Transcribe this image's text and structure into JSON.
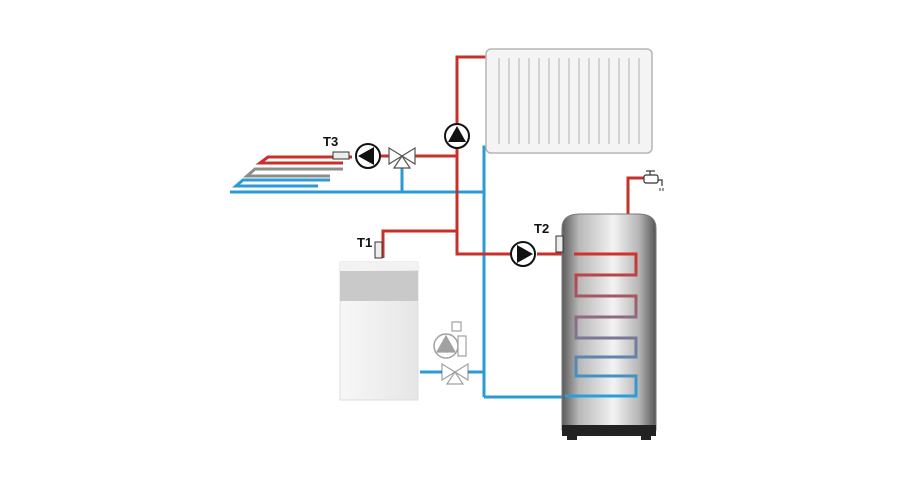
{
  "sensors": {
    "t1": "T1",
    "t2": "T2",
    "t3": "T3"
  },
  "colors": {
    "hot_pipe": "#c8302a",
    "cold_pipe": "#2a9bd6",
    "radiator_fill": "#f4f4f4",
    "boiler_panel": "#c9c9c9",
    "tank_dark": "#5a5a5a",
    "tank_light": "#f2f2f2"
  },
  "icons": {
    "radiator": "radiator-icon",
    "boiler": "boiler-icon",
    "tank": "hot-water-tank-icon",
    "pump": "circulation-pump-icon",
    "mixing_valve": "three-way-valve-icon",
    "floor_heating": "underfloor-heating-loop-icon",
    "tap": "water-tap-icon"
  }
}
